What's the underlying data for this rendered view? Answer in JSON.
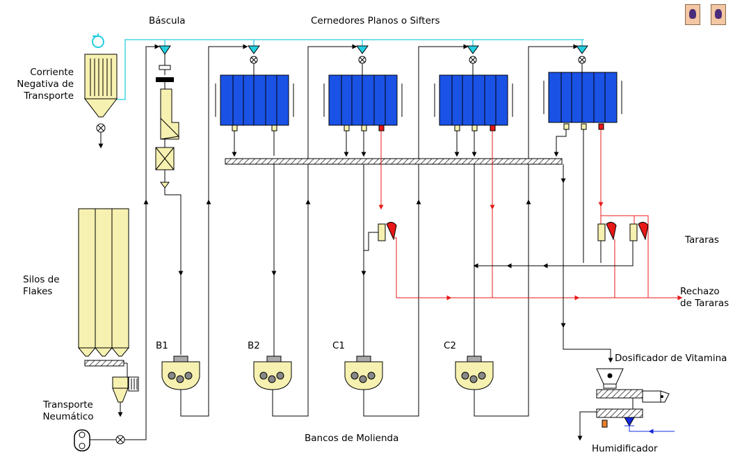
{
  "labels": {
    "bascula": "Báscula",
    "cernedores": "Cernedores Planos o Sifters",
    "corriente": [
      "Corriente",
      "Negativa de",
      "Transporte"
    ],
    "silos": [
      "Silos de",
      "Flakes"
    ],
    "transporte": [
      "Transporte",
      "Neumático"
    ],
    "bancos": "Bancos de Molienda",
    "tararas": "Tararas",
    "rechazo": [
      "Rechazo",
      "de Tararas"
    ],
    "dosificador": "Dosificador de Vitamina",
    "humidificador": "Humidificador",
    "mills": [
      "B1",
      "B2",
      "C1",
      "C2"
    ]
  },
  "icons": [
    "sack-icon",
    "sack-icon"
  ],
  "colors": {
    "sifter": "#1a52e6",
    "silo": "#f6f1b0",
    "reject_line": "#e81818",
    "air_line": "#22cfe0",
    "water_line": "#1428e0",
    "flow_line": "#000000"
  }
}
